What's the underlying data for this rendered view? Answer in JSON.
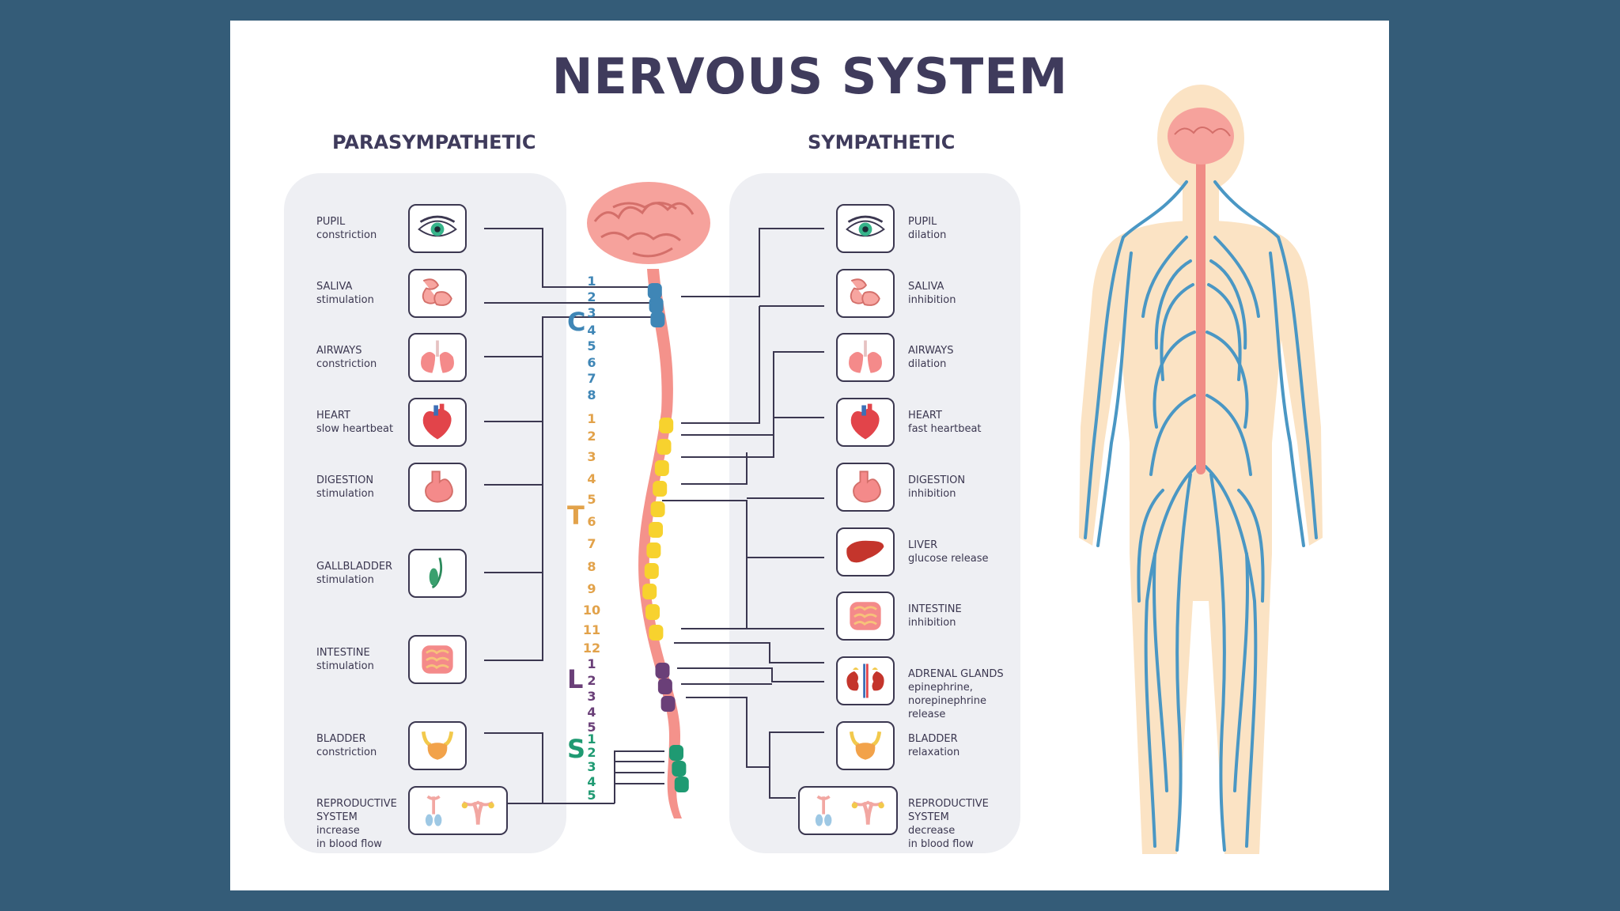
{
  "title": "NERVOUS SYSTEM",
  "parasympathetic": {
    "heading": "PARASYMPATHETIC",
    "items": [
      {
        "name": "PUPIL",
        "effect": "constriction",
        "icon": "eye-icon"
      },
      {
        "name": "SALIVA",
        "effect": "stimulation",
        "icon": "salivary-gland-icon"
      },
      {
        "name": "AIRWAYS",
        "effect": "constriction",
        "icon": "lungs-icon"
      },
      {
        "name": "HEART",
        "effect": "slow heartbeat",
        "icon": "heart-icon"
      },
      {
        "name": "DIGESTION",
        "effect": "stimulation",
        "icon": "stomach-icon"
      },
      {
        "name": "GALLBLADDER",
        "effect": "stimulation",
        "icon": "gallbladder-icon"
      },
      {
        "name": "INTESTINE",
        "effect": "stimulation",
        "icon": "intestine-icon"
      },
      {
        "name": "BLADDER",
        "effect": "constriction",
        "icon": "bladder-icon"
      },
      {
        "name": "REPRODUCTIVE",
        "name2": "SYSTEM",
        "effect": "increase",
        "effect2": "in blood flow",
        "icon": "reproductive-icon"
      }
    ]
  },
  "sympathetic": {
    "heading": "SYMPATHETIC",
    "items": [
      {
        "name": "PUPIL",
        "effect": "dilation",
        "icon": "eye-icon"
      },
      {
        "name": "SALIVA",
        "effect": "inhibition",
        "icon": "salivary-gland-icon"
      },
      {
        "name": "AIRWAYS",
        "effect": "dilation",
        "icon": "lungs-icon"
      },
      {
        "name": "HEART",
        "effect": "fast heartbeat",
        "icon": "heart-icon"
      },
      {
        "name": "DIGESTION",
        "effect": "inhibition",
        "icon": "stomach-icon"
      },
      {
        "name": "LIVER",
        "effect": "glucose release",
        "icon": "liver-icon"
      },
      {
        "name": "INTESTINE",
        "effect": "inhibition",
        "icon": "intestine-icon"
      },
      {
        "name": "ADRENAL GLANDS",
        "effect": "epinephrine,",
        "effect2": "norepinephrine",
        "effect3": "release",
        "icon": "kidney-icon"
      },
      {
        "name": "BLADDER",
        "effect": "relaxation",
        "icon": "bladder-icon"
      },
      {
        "name": "REPRODUCTIVE",
        "name2": "SYSTEM",
        "effect": "decrease",
        "effect2": "in blood flow",
        "icon": "reproductive-icon"
      }
    ]
  },
  "spine": {
    "regions": [
      {
        "letter": "C",
        "color": "#3f86b6",
        "numbers": [
          "1",
          "2",
          "3",
          "4",
          "5",
          "6",
          "7",
          "8"
        ]
      },
      {
        "letter": "T",
        "color": "#e2a24a",
        "numbers": [
          "1",
          "2",
          "3",
          "4",
          "5",
          "6",
          "7",
          "8",
          "9",
          "10",
          "11",
          "12"
        ]
      },
      {
        "letter": "L",
        "color": "#6a3f78",
        "numbers": [
          "1",
          "2",
          "3",
          "4",
          "5"
        ]
      },
      {
        "letter": "S",
        "color": "#1f9a72",
        "numbers": [
          "1",
          "2",
          "3",
          "4",
          "5"
        ]
      }
    ]
  },
  "colors": {
    "background": "#345c78",
    "title": "#3f3b5c",
    "panel": "#eeeff3",
    "nerve": "#4a97c4",
    "body": "#fbe3c4",
    "brain": "#f3958e"
  }
}
